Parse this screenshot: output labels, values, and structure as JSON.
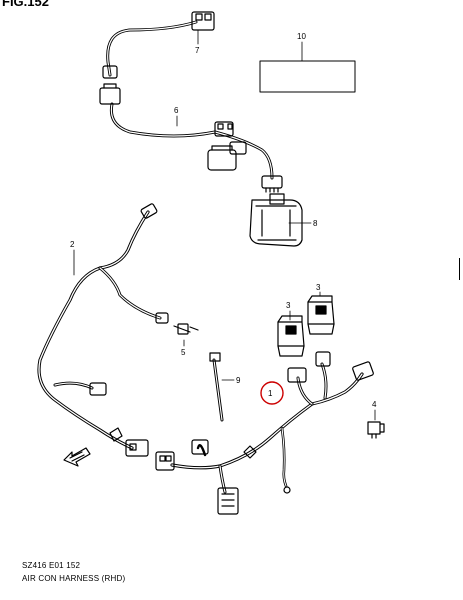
{
  "figure": {
    "title": "FIG.152"
  },
  "footer": {
    "code": "SZ416 E01  152",
    "caption": "AIR CON HARNESS (RHD)"
  },
  "callouts": [
    "1",
    "2",
    "3",
    "3",
    "4",
    "5",
    "6",
    "7",
    "8",
    "9",
    "10"
  ],
  "colors": {
    "line": "#000000",
    "highlight": "#cc0000"
  }
}
